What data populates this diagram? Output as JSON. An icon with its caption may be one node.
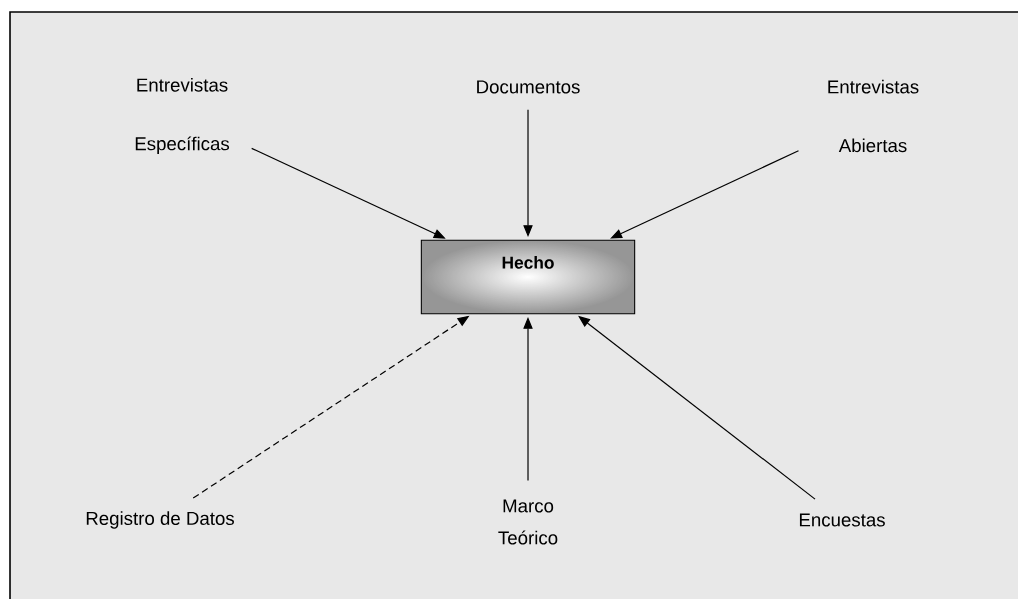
{
  "diagram": {
    "nodes": [
      {
        "text": [
          "Hecho"
        ]
      },
      {
        "text": [
          "Entrevistas Específicas"
        ]
      },
      {
        "text": [
          "Documentos"
        ]
      },
      {
        "text": [
          "Entrevistas Abiertas"
        ]
      },
      {
        "text": [
          "Registro de Datos"
        ]
      },
      {
        "text": [
          "Marco Teórico"
        ]
      },
      {
        "text": [
          "Encuestas"
        ]
      }
    ],
    "edges": [
      {
        "from": 1,
        "to": 0,
        "arrow": "to"
      },
      {
        "from": 2,
        "to": 0,
        "arrow": "to"
      },
      {
        "from": 3,
        "to": 0,
        "arrow": "to"
      },
      {
        "from": 4,
        "to": 0,
        "arrow": "to",
        "style": "dashed"
      },
      {
        "from": 5,
        "to": 0,
        "arrow": "to"
      },
      {
        "from": 6,
        "to": 0,
        "arrow": "to"
      }
    ]
  }
}
